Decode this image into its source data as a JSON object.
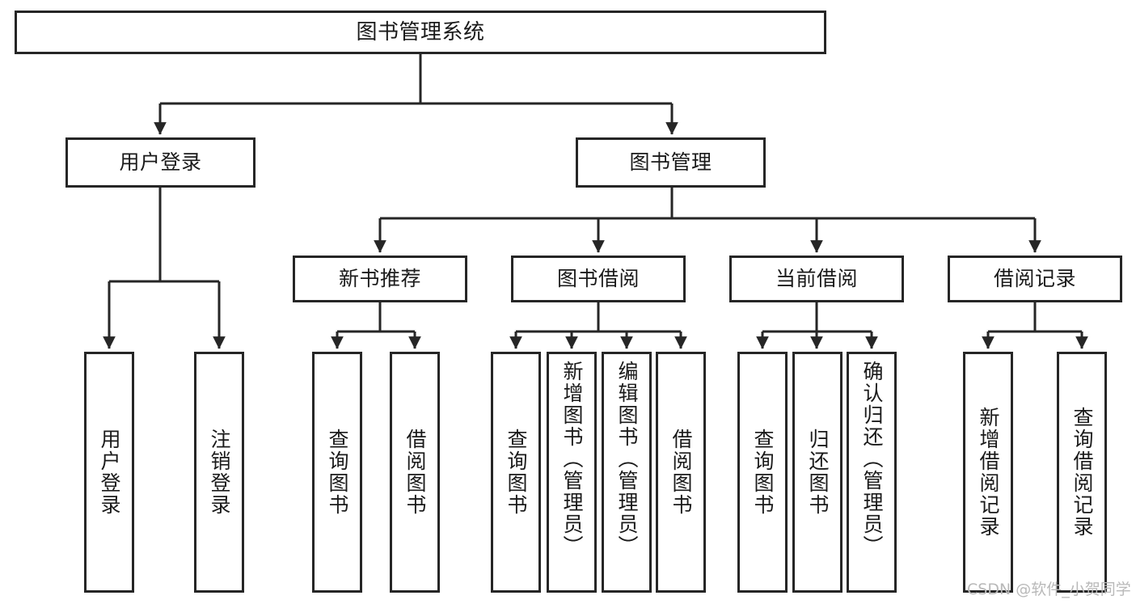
{
  "diagram": {
    "type": "hierarchy-tree",
    "title": "图书管理系统",
    "watermark": "CSDN @软件_小贺同学",
    "colors": {
      "stroke": "#262626",
      "fill": "#ffffff",
      "text": "#1a1a1a",
      "watermark": "#b9b9b9"
    },
    "root": {
      "label": "图书管理系统"
    },
    "level1": [
      {
        "label": "用户登录"
      },
      {
        "label": "图书管理"
      }
    ],
    "level2": [
      {
        "label": "新书推荐"
      },
      {
        "label": "图书借阅"
      },
      {
        "label": "当前借阅"
      },
      {
        "label": "借阅记录"
      }
    ],
    "leaves": {
      "user_login": [
        {
          "label": "用户登录"
        },
        {
          "label": "注销登录"
        }
      ],
      "new_book_recommend": [
        {
          "label": "查询图书"
        },
        {
          "label": "借阅图书"
        }
      ],
      "book_borrow": [
        {
          "label": "查询图书"
        },
        {
          "label": "新增图书（管理员）"
        },
        {
          "label": "编辑图书（管理员）"
        },
        {
          "label": "借阅图书"
        }
      ],
      "current_borrow": [
        {
          "label": "查询图书"
        },
        {
          "label": "归还图书"
        },
        {
          "label": "确认归还（管理员）"
        }
      ],
      "borrow_record": [
        {
          "label": "新增借阅记录"
        },
        {
          "label": "查询借阅记录"
        }
      ]
    }
  }
}
